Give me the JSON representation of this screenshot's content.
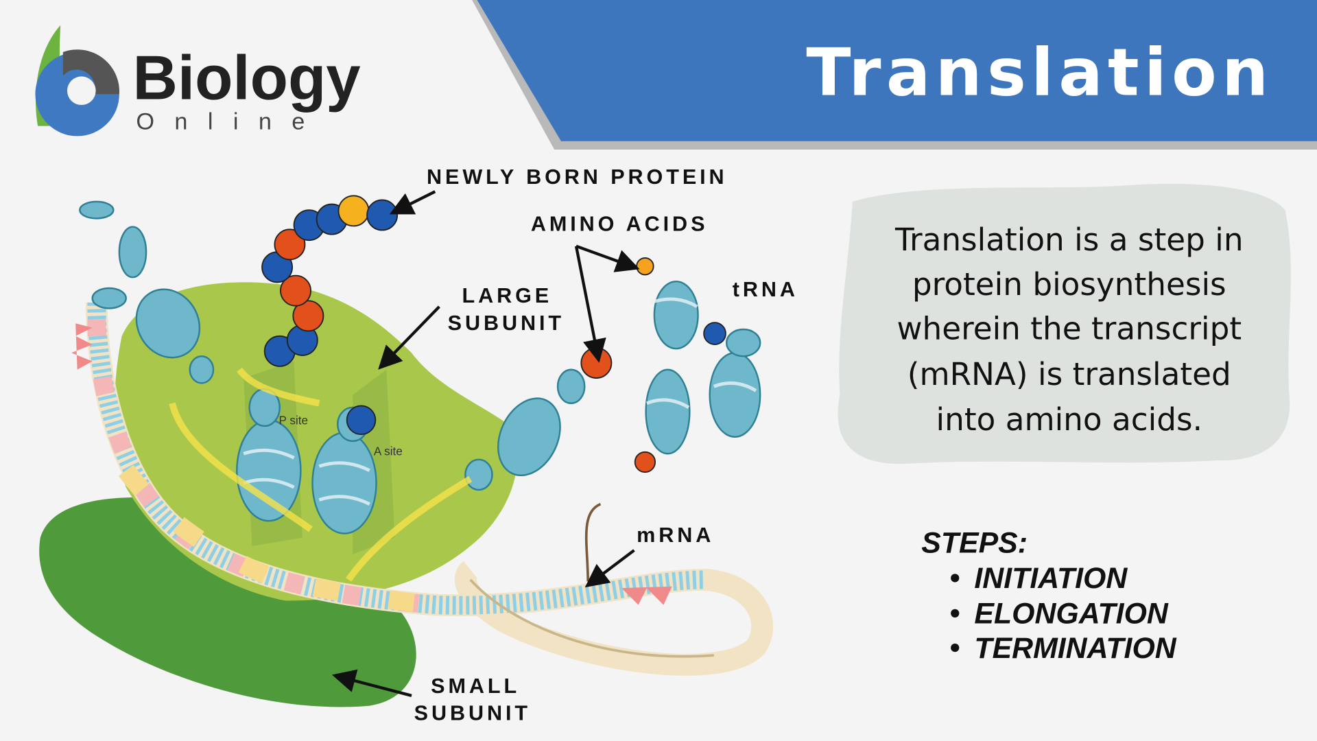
{
  "logo": {
    "name": "Biology",
    "sub": "Online"
  },
  "header": {
    "title": "Translation"
  },
  "labels": {
    "newly_born_protein": "NEWLY BORN PROTEIN",
    "amino_acids": "AMINO ACIDS",
    "large_subunit_1": "LARGE",
    "large_subunit_2": "SUBUNIT",
    "trna": "tRNA",
    "mrna": "mRNA",
    "small_subunit_1": "SMALL",
    "small_subunit_2": "SUBUNIT",
    "p_site": "P site",
    "a_site": "A site"
  },
  "description": {
    "lines": [
      "Translation is a step in",
      "protein biosynthesis",
      "wherein the transcript",
      "(mRNA) is translated",
      "into amino acids."
    ]
  },
  "steps": {
    "heading": "STEPS:",
    "items": [
      "INITIATION",
      "ELONGATION",
      "TERMINATION"
    ]
  },
  "colors": {
    "banner": "#3d76bd",
    "large_subunit": "#a9c84b",
    "small_subunit": "#4f9a3b",
    "trna": "#6fb8cc"
  }
}
